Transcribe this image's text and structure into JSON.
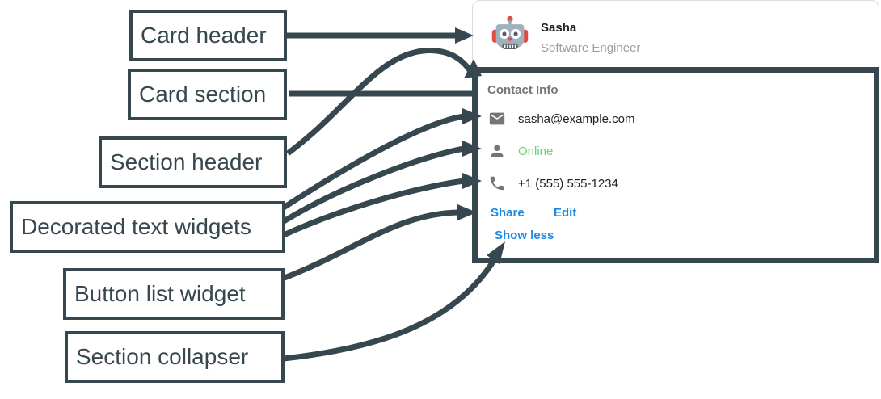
{
  "callouts": [
    {
      "text": "Card header"
    },
    {
      "text": "Card section"
    },
    {
      "text": "Section header"
    },
    {
      "text": "Decorated text widgets"
    },
    {
      "text": "Button list widget"
    },
    {
      "text": "Section collapser"
    }
  ],
  "card": {
    "header": {
      "avatar_icon": "robot-avatar",
      "name": "Sasha",
      "subtitle": "Software Engineer"
    },
    "section": {
      "title": "Contact Info",
      "rows": [
        {
          "icon": "email-icon",
          "text": "sasha@example.com",
          "status": "normal"
        },
        {
          "icon": "person-icon",
          "text": "Online",
          "status": "green"
        },
        {
          "icon": "phone-icon",
          "text": "+1 (555) 555-1234",
          "status": "normal"
        }
      ],
      "buttons": [
        "Share",
        "Edit"
      ],
      "collapser_label": "Show less"
    }
  },
  "colors": {
    "annotation_slate": "#37474F",
    "link_blue": "#1E88E5",
    "online_green": "#6FCF73",
    "section_title_gray": "#757575",
    "subtitle_gray": "#9E9E9E",
    "body_text": "#212121",
    "header_border": "#DADCE0"
  }
}
